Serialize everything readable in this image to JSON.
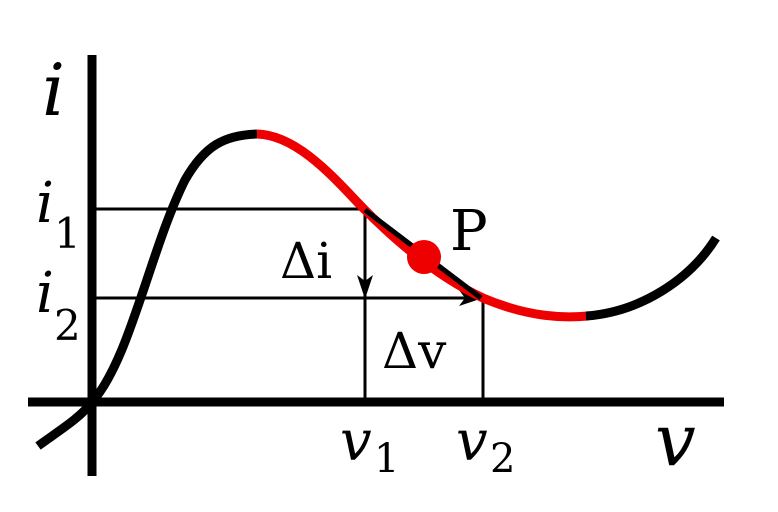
{
  "axes": {
    "y_label": "i",
    "x_label": "v"
  },
  "levels": {
    "i1": {
      "base": "i",
      "sub": "1"
    },
    "i2": {
      "base": "i",
      "sub": "2"
    },
    "v1": {
      "base": "v",
      "sub": "1"
    },
    "v2": {
      "base": "v",
      "sub": "2"
    }
  },
  "deltas": {
    "delta_i": "Δi",
    "delta_v": "Δv"
  },
  "point": {
    "label": "P"
  },
  "colors": {
    "curve": "#000000",
    "negative_region": "#ee0000",
    "point": "#ee0000"
  }
}
